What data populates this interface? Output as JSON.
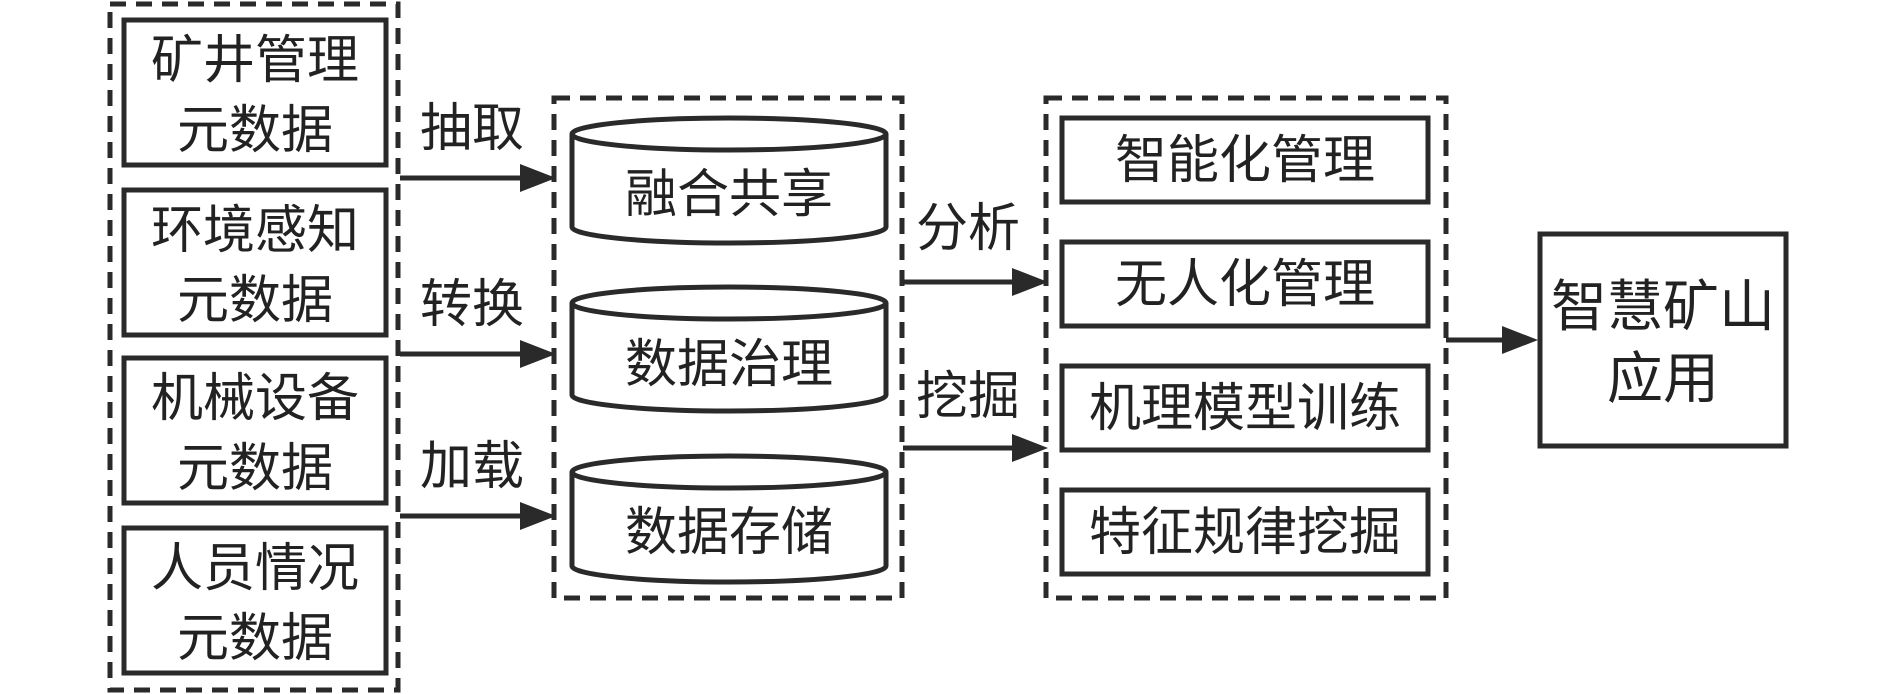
{
  "sources": [
    {
      "line1": "矿井管理",
      "line2": "元数据"
    },
    {
      "line1": "环境感知",
      "line2": "元数据"
    },
    {
      "line1": "机械设备",
      "line2": "元数据"
    },
    {
      "line1": "人员情况",
      "line2": "元数据"
    }
  ],
  "etl_labels": [
    "抽取",
    "转换",
    "加载"
  ],
  "storage": [
    "融合共享",
    "数据治理",
    "数据存储"
  ],
  "process_labels": [
    "分析",
    "挖掘"
  ],
  "functions": [
    "智能化管理",
    "无人化管理",
    "机理模型训练",
    "特征规律挖掘"
  ],
  "result": {
    "line1": "智慧矿山",
    "line2": "应用"
  }
}
